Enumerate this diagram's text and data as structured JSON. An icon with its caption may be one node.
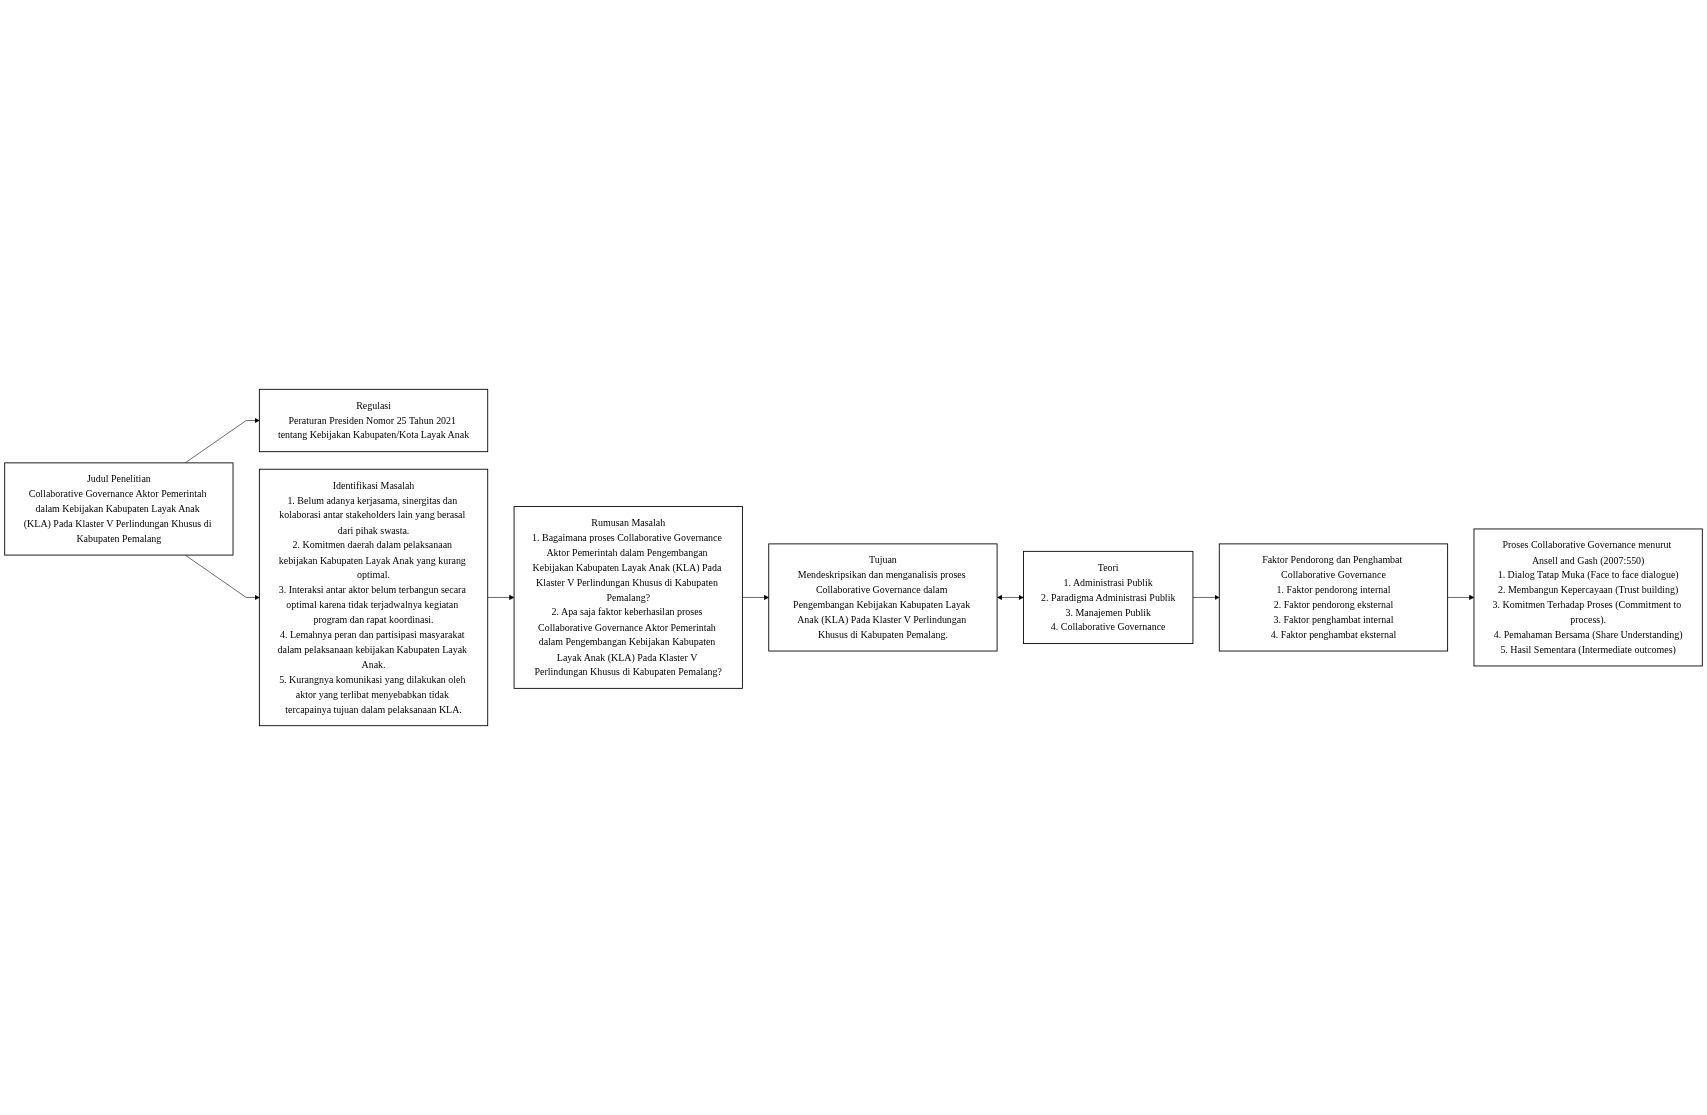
{
  "diagram": {
    "nodes": [
      {
        "text": [
          "Judul Penelitian",
          "Collaborative Governance Aktor Pemerintah dalam Kebijakan Kabupaten Layak Anak (KLA) Pada Klaster V Perlindungan Khusus di Kabupaten Pemalang"
        ]
      },
      {
        "text": [
          "Regulasi",
          "Peraturan Presiden Nomor 25 Tahun 2021 tentang Kebijakan Kabupaten/Kota Layak Anak"
        ]
      },
      {
        "text": [
          "Identifikasi Masalah",
          "1. Belum adanya kerjasama, sinergitas dan kolaborasi antar stakeholders lain yang berasal dari pihak swasta.",
          "2. Komitmen daerah dalam pelaksanaan kebijakan Kabupaten Layak Anak yang kurang optimal.",
          "3. Interaksi antar aktor belum terbangun secara optimal karena tidak terjadwalnya kegiatan program dan rapat koordinasi.",
          "4. Lemahnya peran dan partisipasi masyarakat dalam pelaksanaan kebijakan Kabupaten Layak Anak.",
          "5. Kurangnya komunikasi yang dilakukan oleh aktor yang terlibat menyebabkan tidak tercapainya tujuan dalam pelaksanaan KLA."
        ]
      },
      {
        "text": [
          "Rumusan Masalah",
          "1. Bagaimana proses Collaborative Governance Aktor Pemerintah dalam Pengembangan Kebijakan Kabupaten Layak Anak (KLA) Pada Klaster V Perlindungan Khusus di Kabupaten Pemalang?",
          "2. Apa saja faktor keberhasilan proses Collaborative Governance Aktor Pemerintah dalam Pengembangan Kebijakan Kabupaten Layak Anak (KLA) Pada Klaster V Perlindungan Khusus di Kabupaten Pemalang?"
        ]
      },
      {
        "text": [
          "Tujuan",
          "Mendeskripsikan dan menganalisis proses Collaborative Governance dalam Pengembangan Kebijakan Kabupaten Layak Anak (KLA) Pada Klaster V Perlindungan Khusus di Kabupaten Pemalang."
        ]
      },
      {
        "text": [
          "Teori",
          "1. Administrasi Publik",
          "2. Paradigma Administrasi Publik",
          "3. Manajemen Publik",
          "4. Collaborative Governance"
        ]
      },
      {
        "text": [
          "Faktor Pendorong dan Penghambat Collaborative Governance",
          "1. Faktor pendorong internal",
          "2. Faktor pendorong eksternal",
          "3. Faktor penghambat internal",
          "4. Faktor penghambat eksternal"
        ]
      },
      {
        "text": [
          "Proses Collaborative Governance menurut Ansell and Gash (2007:550)",
          "1. Dialog Tatap Muka (Face to face dialogue)",
          "2. Membangun Kepercayaan (Trust building)",
          "3. Komitmen Terhadap Proses (Commitment to process).",
          "4. Pemahaman Bersama (Share Understanding)",
          "5. Hasil Sementara (Intermediate outcomes)"
        ]
      }
    ],
    "edges": [
      {
        "from": 0,
        "to": 1,
        "arrow": "to"
      },
      {
        "from": 0,
        "to": 2,
        "arrow": "to"
      },
      {
        "from": 2,
        "to": 3,
        "arrow": "to"
      },
      {
        "from": 3,
        "to": 4,
        "arrow": "to"
      },
      {
        "from": 4,
        "to": 5,
        "arrow": "both"
      },
      {
        "from": 5,
        "to": 6,
        "arrow": "to"
      },
      {
        "from": 6,
        "to": 7,
        "arrow": "to"
      }
    ]
  }
}
